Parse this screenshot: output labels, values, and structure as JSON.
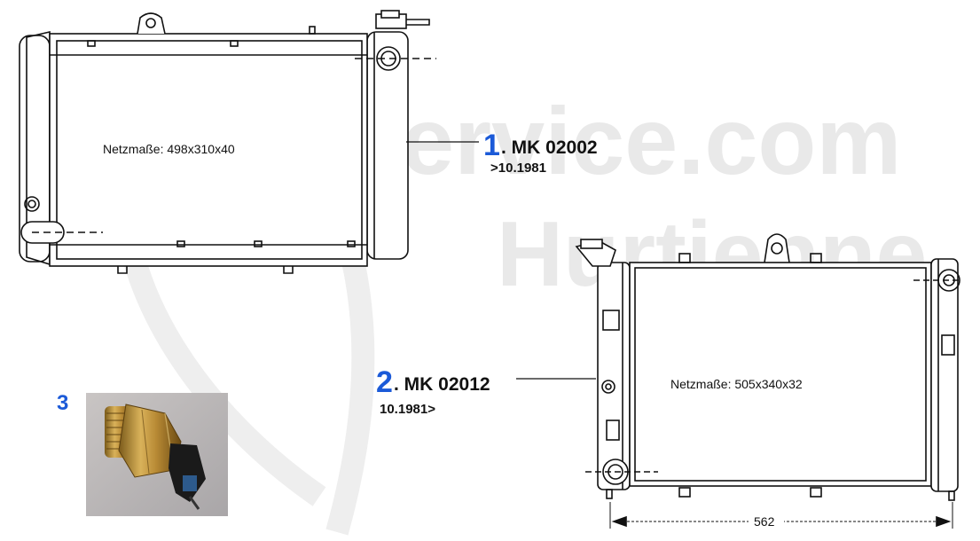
{
  "watermark": {
    "line1": "Alfa-Service.com",
    "line2": "Hurtienne"
  },
  "colors": {
    "accent_number": "#1b5ad8",
    "drawing_line": "#111111",
    "watermark": "#e6e6e6"
  },
  "parts": [
    {
      "number": "1",
      "code": ". MK 02002",
      "date": ">10.1981",
      "net_size_label": "Netzmaße: 498x310x40"
    },
    {
      "number": "2",
      "code": ". MK 02012",
      "date": "10.1981>",
      "net_size_label": "Netzmaße: 505x340x32",
      "width_dimension": "562"
    },
    {
      "number": "3",
      "photo_icon": "temperature-switch-icon"
    }
  ]
}
